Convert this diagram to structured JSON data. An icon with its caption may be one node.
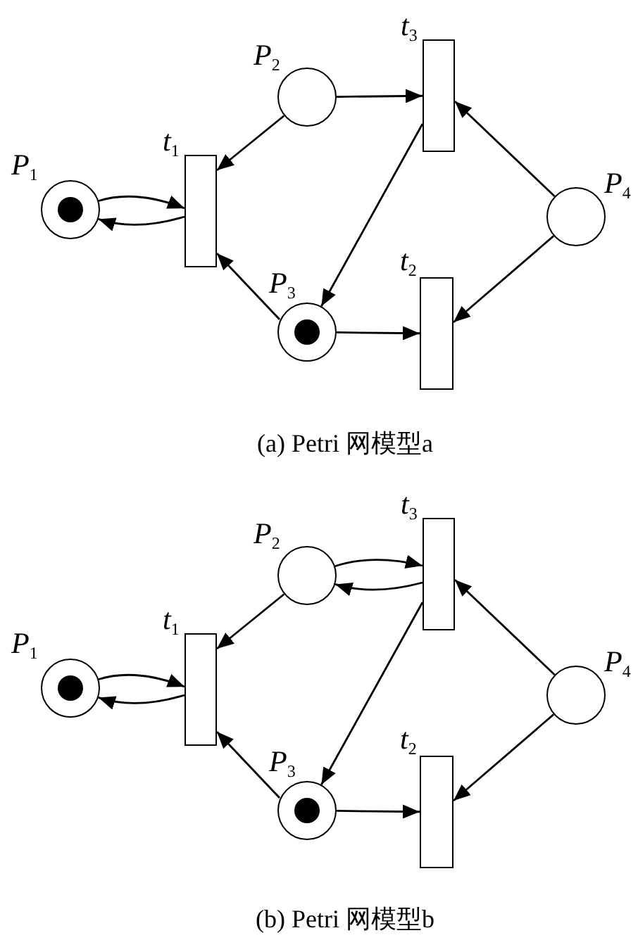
{
  "diagram": {
    "nodes": [
      {
        "text": [],
        "shape": "circle",
        "beside": [
          "*P*$_{1}$"
        ]
      },
      {
        "text": [],
        "shape": "circle",
        "beside": [
          "*P*$_{2}$"
        ]
      },
      {
        "text": [],
        "shape": "circle",
        "beside": [
          "*P*$_{3}$"
        ]
      },
      {
        "text": [],
        "shape": "circle",
        "beside": [
          "*P*$_{4}$"
        ]
      },
      {
        "text": [],
        "shape": "bar",
        "beside": [
          "*t*$_{1}$"
        ]
      },
      {
        "text": [],
        "shape": "bar",
        "beside": [
          "*t*$_{2}$"
        ]
      },
      {
        "text": [],
        "shape": "bar",
        "beside": [
          "*t*$_{3}$"
        ]
      },
      {
        "text": [],
        "shape": "circle",
        "beside": [
          "*P*$_{1}$"
        ]
      },
      {
        "text": [],
        "shape": "circle",
        "beside": [
          "*P*$_{2}$"
        ]
      },
      {
        "text": [],
        "shape": "circle",
        "beside": [
          "*P*$_{3}$"
        ]
      },
      {
        "text": [],
        "shape": "circle",
        "beside": [
          "*P*$_{4}$"
        ]
      },
      {
        "text": [],
        "shape": "bar",
        "beside": [
          "*t*$_{1}$"
        ]
      },
      {
        "text": [],
        "shape": "bar",
        "beside": [
          "*t*$_{2}$"
        ]
      },
      {
        "text": [],
        "shape": "bar",
        "beside": [
          "*t*$_{3}$"
        ]
      }
    ],
    "edges": [
      {
        "from": 0,
        "to": 4,
        "arrow": "to"
      },
      {
        "from": 4,
        "to": 0,
        "arrow": "to"
      },
      {
        "from": 1,
        "to": 4,
        "arrow": "to"
      },
      {
        "from": 1,
        "to": 6,
        "arrow": "to"
      },
      {
        "from": 6,
        "to": 2,
        "arrow": "to"
      },
      {
        "from": 2,
        "to": 4,
        "arrow": "to"
      },
      {
        "from": 2,
        "to": 5,
        "arrow": "to"
      },
      {
        "from": 3,
        "to": 6,
        "arrow": "to"
      },
      {
        "from": 3,
        "to": 5,
        "arrow": "to"
      },
      {
        "from": 7,
        "to": 11,
        "arrow": "to"
      },
      {
        "from": 11,
        "to": 7,
        "arrow": "to"
      },
      {
        "from": 8,
        "to": 11,
        "arrow": "to"
      },
      {
        "from": 8,
        "to": 13,
        "arrow": "to"
      },
      {
        "from": 13,
        "to": 8,
        "arrow": "to"
      },
      {
        "from": 13,
        "to": 9,
        "arrow": "to"
      },
      {
        "from": 9,
        "to": 11,
        "arrow": "to"
      },
      {
        "from": 9,
        "to": 12,
        "arrow": "to"
      },
      {
        "from": 10,
        "to": 13,
        "arrow": "to"
      },
      {
        "from": 10,
        "to": 12,
        "arrow": "to"
      }
    ],
    "labels": [
      "(a)  Petri 网模型a",
      "(b)  Petri 网模型b"
    ]
  }
}
